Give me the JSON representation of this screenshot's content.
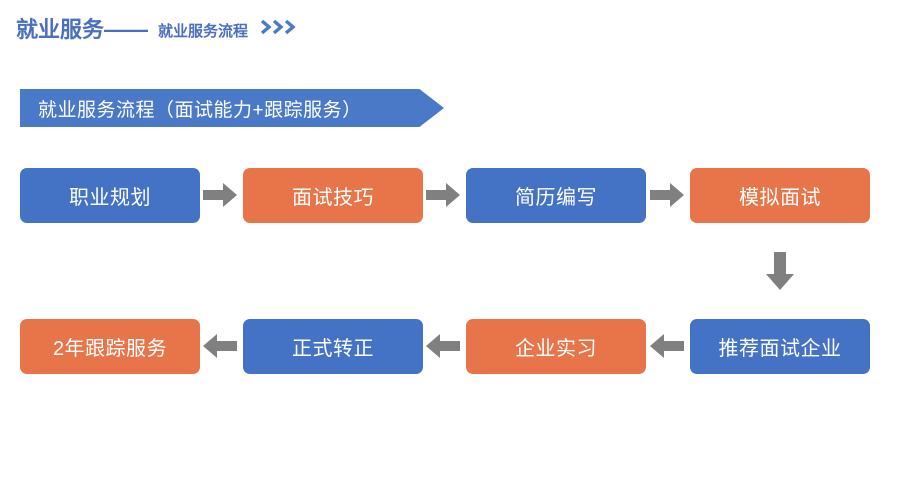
{
  "header": {
    "title": "就业服务——",
    "subtitle": "就业服务流程",
    "chevrons_icon": "triple-chevron-right-icon"
  },
  "banner": {
    "label": "就业服务流程（面试能力+跟踪服务）",
    "color": "#4a7ac7",
    "shape": "pentagon-arrow-right"
  },
  "colors": {
    "blue": "#4472c4",
    "orange": "#e8754a",
    "arrow_gray": "#808080",
    "header_blue": "#4a6fc1"
  },
  "flow": {
    "row1": {
      "direction": "left-to-right",
      "steps": [
        {
          "label": "职业规划",
          "color": "blue"
        },
        {
          "label": "面试技巧",
          "color": "orange"
        },
        {
          "label": "简历编写",
          "color": "blue"
        },
        {
          "label": "模拟面试",
          "color": "orange"
        }
      ],
      "connector_icon": "arrow-right-icon"
    },
    "connector_down": {
      "icon": "arrow-down-icon"
    },
    "row2": {
      "direction": "right-to-left",
      "steps": [
        {
          "label": "2年跟踪服务",
          "color": "orange"
        },
        {
          "label": "正式转正",
          "color": "blue"
        },
        {
          "label": "企业实习",
          "color": "orange"
        },
        {
          "label": "推荐面试企业",
          "color": "blue"
        }
      ],
      "connector_icon": "arrow-left-icon"
    }
  }
}
